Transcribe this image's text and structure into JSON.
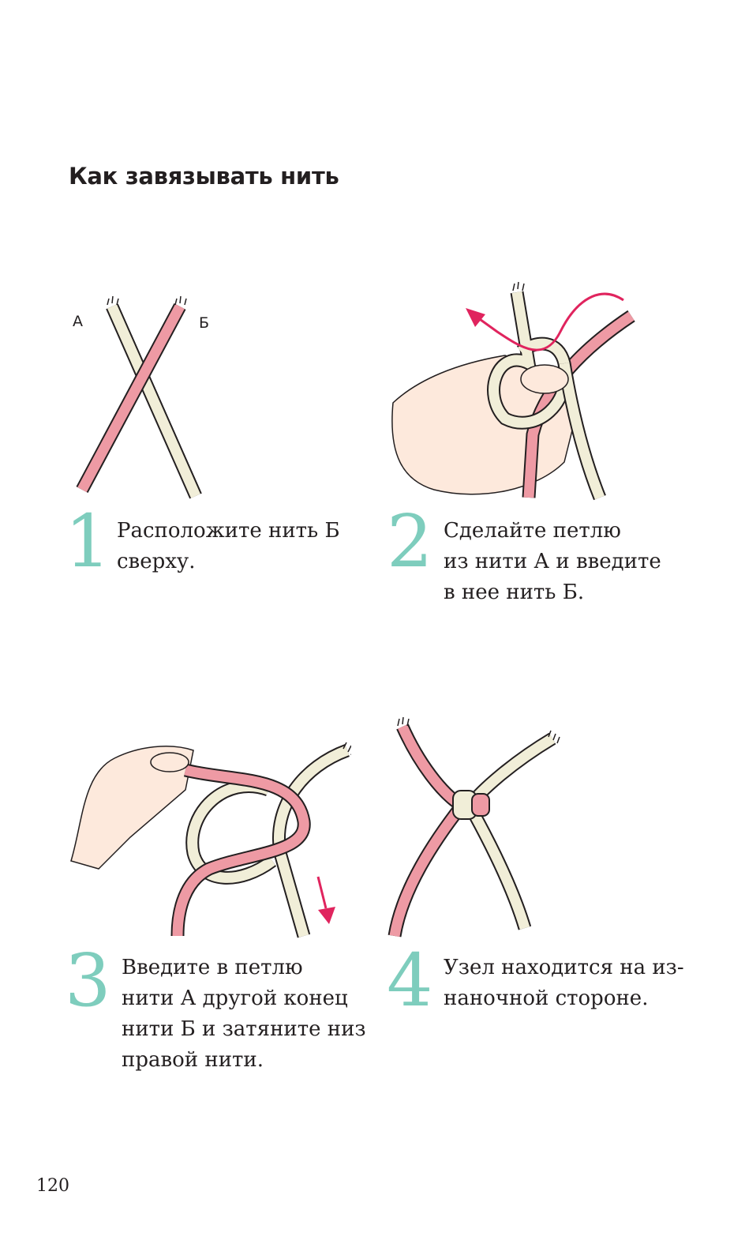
{
  "page": {
    "title": "Как завязывать нить",
    "page_number": "120"
  },
  "labels": {
    "thread_a": "А",
    "thread_b": "Б"
  },
  "steps": [
    {
      "number": "1",
      "text": "Расположите нить Б\nсверху."
    },
    {
      "number": "2",
      "text": "Сделайте петлю\nиз нити А и введите\nв нее нить Б."
    },
    {
      "number": "3",
      "text": "Введите в петлю\nнити А другой конец\nнити Б и затяните низ\nправой нити."
    },
    {
      "number": "4",
      "text": "Узел находится на из-\nнаночной стороне."
    }
  ],
  "colors": {
    "accent_number": "#7ecdbd",
    "thread_pink": "#ee9aa4",
    "thread_cream": "#f1eed8",
    "outline": "#231f20",
    "hand": "#fde9dc",
    "arrow": "#e0245e"
  }
}
